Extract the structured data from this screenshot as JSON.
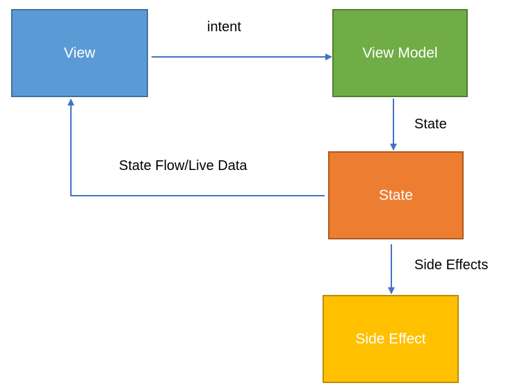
{
  "nodes": {
    "view": {
      "label": "View",
      "color": "#5b9bd5"
    },
    "view_model": {
      "label": "View Model",
      "color": "#70ad47"
    },
    "state": {
      "label": "State",
      "color": "#ed7d31"
    },
    "side_effect": {
      "label": "Side Effect",
      "color": "#ffc000"
    }
  },
  "edges": {
    "view_to_view_model": {
      "label": "intent"
    },
    "view_model_to_state": {
      "label": "State"
    },
    "state_to_view": {
      "label": "State Flow/Live Data"
    },
    "state_to_side_effect": {
      "label": "Side Effects"
    }
  },
  "arrow_color": "#4472c4"
}
